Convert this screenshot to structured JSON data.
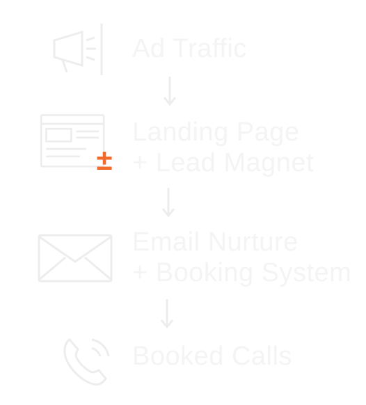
{
  "colors": {
    "accent": "#f26b2a",
    "faint": "#f4f4f4",
    "stroke": "#ededed"
  },
  "steps": [
    {
      "label": "Ad Traffic",
      "icon": "ad-traffic-icon"
    },
    {
      "label_line1": "Landing Page",
      "label_line2": "+ Lead Magnet",
      "icon": "landing-page-icon"
    },
    {
      "label_line1": "Email Nurture",
      "label_line2": "+ Booking System",
      "icon": "email-icon"
    },
    {
      "label": "Booked Calls",
      "icon": "phone-icon"
    }
  ],
  "accent_glyph": "±"
}
